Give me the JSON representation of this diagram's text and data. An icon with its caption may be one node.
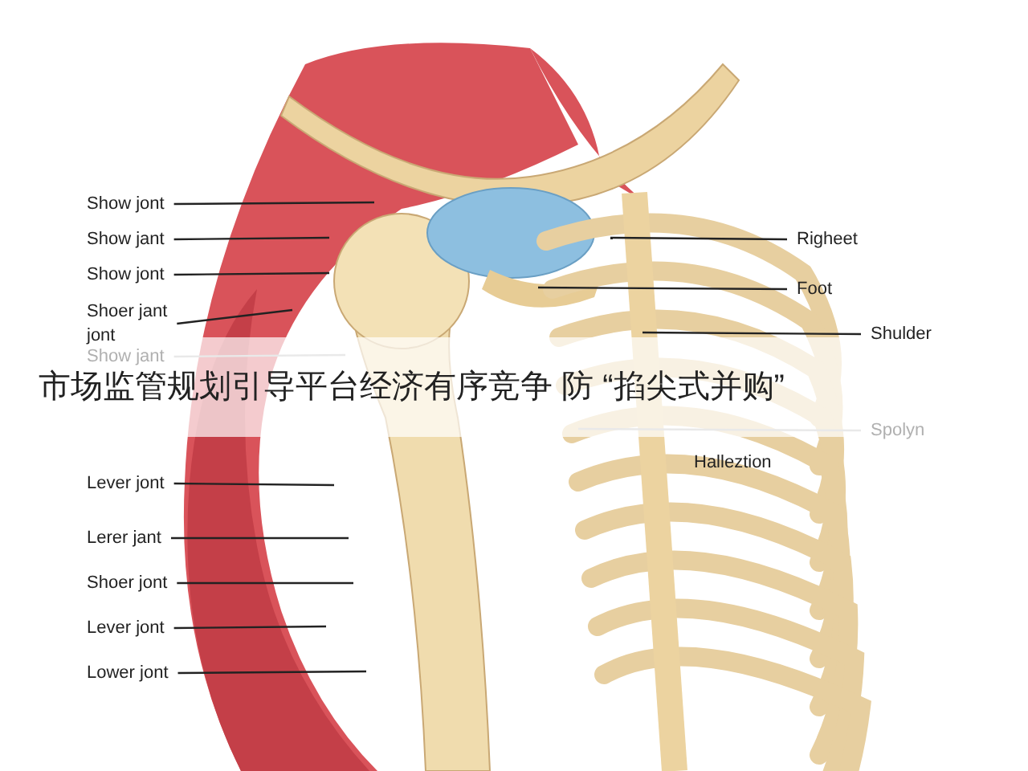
{
  "diagram": {
    "nodes": [
      {
        "text": [
          "Show jont"
        ]
      },
      {
        "text": [
          "Show jant"
        ]
      },
      {
        "text": [
          "Show jont"
        ]
      },
      {
        "text": [
          "Shoer jant jont"
        ]
      },
      {
        "text": [
          "Show jant"
        ]
      },
      {
        "text": [
          "Righeet"
        ]
      },
      {
        "text": [
          "Foot"
        ]
      },
      {
        "text": [
          "Shulder"
        ]
      },
      {
        "text": [
          "Spolyn"
        ]
      },
      {
        "text": [
          "Lever jont"
        ]
      },
      {
        "text": [
          "Lerer jant"
        ]
      },
      {
        "text": [
          "Shoer jont"
        ]
      },
      {
        "text": [
          "Lever jont"
        ]
      },
      {
        "text": [
          "Lower jont"
        ]
      }
    ],
    "edges": [
      {
        "from": 0,
        "to": null,
        "arrow": "none"
      },
      {
        "from": 1,
        "to": null,
        "arrow": "none"
      },
      {
        "from": 2,
        "to": null,
        "arrow": "none"
      },
      {
        "from": 3,
        "to": null,
        "arrow": "none"
      },
      {
        "from": 4,
        "to": null,
        "arrow": "none",
        "color": "#b5b5b5"
      },
      {
        "from": 5,
        "to": null,
        "arrow": "none"
      },
      {
        "from": 6,
        "to": null,
        "arrow": "none"
      },
      {
        "from": 7,
        "to": null,
        "arrow": "none"
      },
      {
        "from": 8,
        "to": null,
        "arrow": "none",
        "color": "#b5b5b5"
      },
      {
        "from": 9,
        "to": null,
        "arrow": "none"
      },
      {
        "from": 10,
        "to": null,
        "arrow": "none"
      },
      {
        "from": 11,
        "to": null,
        "arrow": "none"
      },
      {
        "from": 12,
        "to": null,
        "arrow": "none"
      },
      {
        "from": 13,
        "to": null,
        "arrow": "none"
      }
    ],
    "labels": [
      "市场监管规划引导平台经济有序竞争 防 “掐尖式并购”",
      "Halleztion"
    ]
  }
}
